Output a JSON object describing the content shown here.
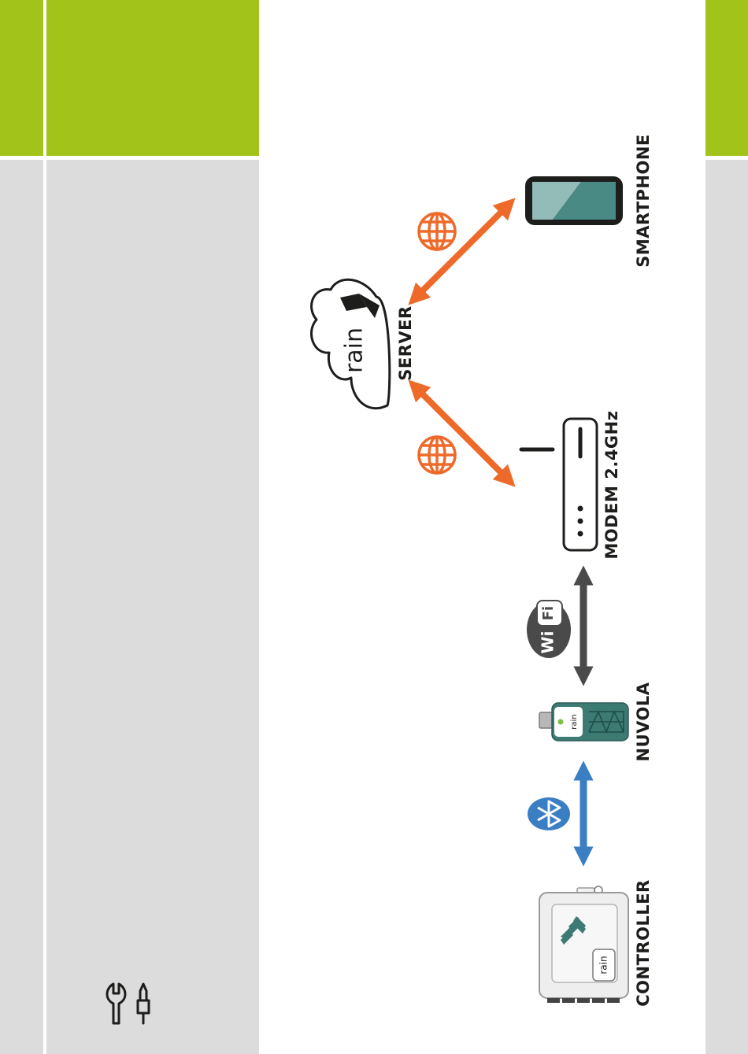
{
  "labels": {
    "controller": "CONTROLLER",
    "nuvola": "NUVOLA",
    "modem": "MODEM 2.4GHz",
    "server": "SERVER",
    "smartphone": "SMARTPHONE"
  },
  "logos": {
    "brand": "rain",
    "wifi_wi": "Wi",
    "wifi_fi": "Fi"
  },
  "icons": {
    "tools": "wrench-screwdriver-icon",
    "bluetooth": "bluetooth-icon",
    "wifi": "wifi-icon",
    "globe": "globe-icon"
  },
  "colors": {
    "green": "#a2c41a",
    "grey": "#dcdcdc",
    "internet_arrow": "#ee6a2a",
    "bluetooth_arrow": "#3a7ec4",
    "wifi_arrow": "#4a4a4a",
    "device_teal": "#3c7a72"
  }
}
